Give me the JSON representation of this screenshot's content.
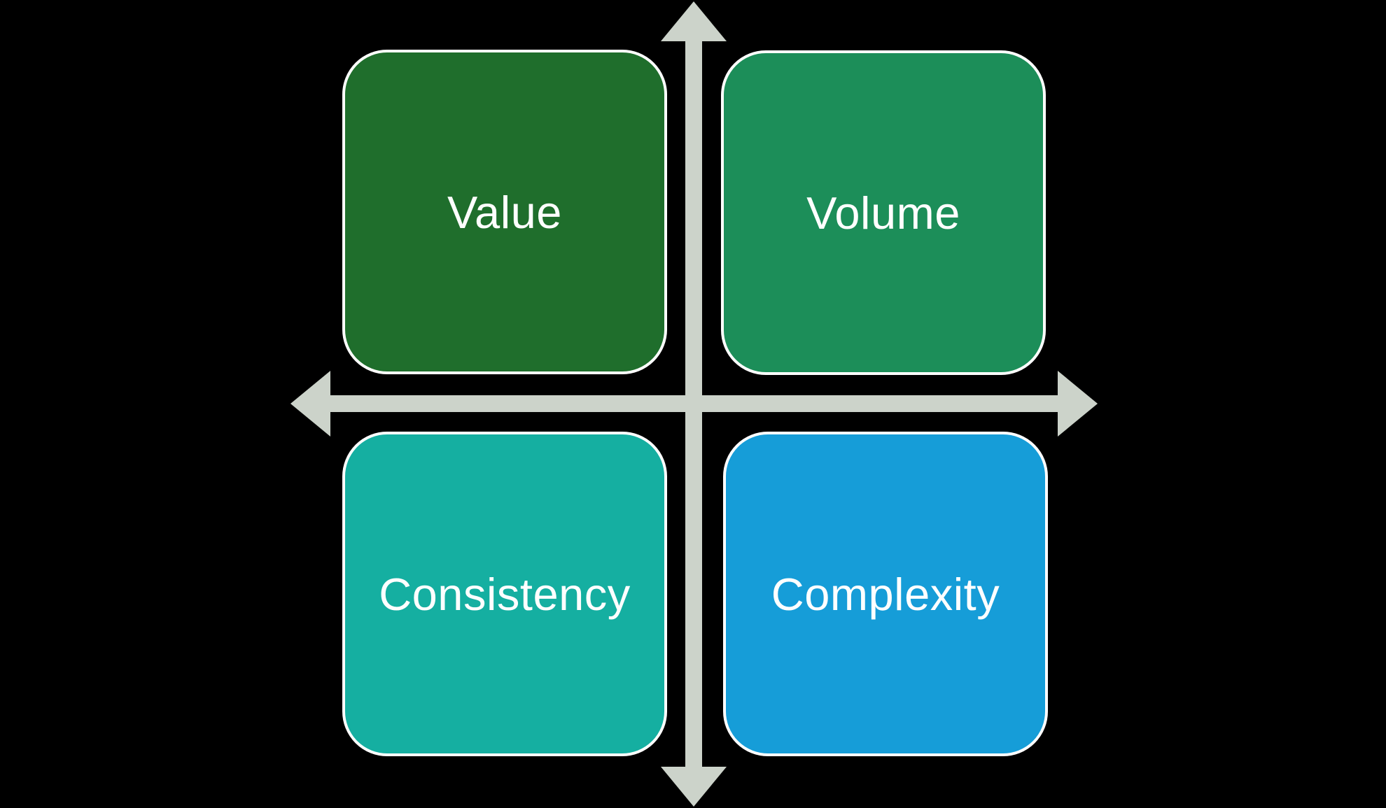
{
  "diagram": {
    "background_color": "#000000",
    "label_color": "#ffffff",
    "box_border_color": "#ffffff",
    "axes": {
      "color": "#ccd3ca",
      "type": "cross",
      "arrowheads": [
        "up",
        "down",
        "left",
        "right"
      ]
    },
    "quadrants": [
      {
        "position": "top-left",
        "label": "Value",
        "color": "#1f6e2c"
      },
      {
        "position": "top-right",
        "label": "Volume",
        "color": "#1c8e59"
      },
      {
        "position": "bottom-left",
        "label": "Consistency",
        "color": "#15afa1"
      },
      {
        "position": "bottom-right",
        "label": "Complexity",
        "color": "#169dd8"
      }
    ]
  }
}
